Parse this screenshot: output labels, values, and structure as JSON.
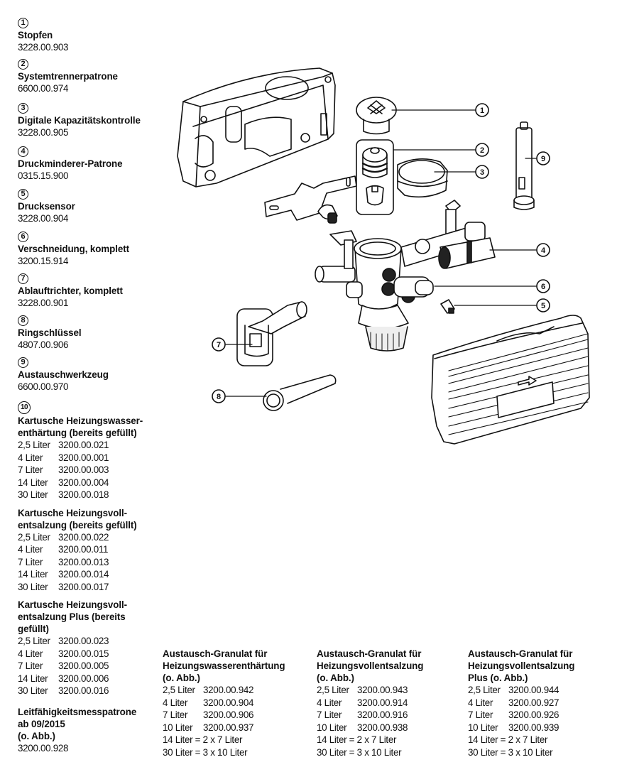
{
  "parts": [
    {
      "num": "1",
      "name": "Stopfen",
      "code": "3228.00.903"
    },
    {
      "num": "2",
      "name": "Systemtrennerpatrone",
      "code": "6600.00.974"
    },
    {
      "num": "3",
      "name": "Digitale Kapazitätskontrolle",
      "code": "3228.00.905"
    },
    {
      "num": "4",
      "name": "Druckminderer-Patrone",
      "code": "0315.15.900"
    },
    {
      "num": "5",
      "name": "Drucksensor",
      "code": "3228.00.904"
    },
    {
      "num": "6",
      "name": "Verschneidung, komplett",
      "code": "3200.15.914"
    },
    {
      "num": "7",
      "name": "Ablauftrichter, komplett",
      "code": "3228.00.901"
    },
    {
      "num": "8",
      "name": "Ringschlüssel",
      "code": "4807.00.906"
    },
    {
      "num": "9",
      "name": "Austauschwerkzeug",
      "code": "6600.00.970"
    }
  ],
  "item10": {
    "num": "10",
    "groups": [
      {
        "title_lines": [
          "Kartusche Heizungswasser-",
          "enthärtung (bereits gefüllt)"
        ],
        "rows": [
          {
            "size": "2,5 Liter",
            "code": "3200.00.021"
          },
          {
            "size": "4 Liter",
            "code": "3200.00.001"
          },
          {
            "size": "7 Liter",
            "code": "3200.00.003"
          },
          {
            "size": "14 Liter",
            "code": "3200.00.004"
          },
          {
            "size": "30 Liter",
            "code": "3200.00.018"
          }
        ]
      },
      {
        "title_lines": [
          "Kartusche Heizungsvoll-",
          "entsalzung (bereits gefüllt)"
        ],
        "rows": [
          {
            "size": "2,5 Liter",
            "code": "3200.00.022"
          },
          {
            "size": "4 Liter",
            "code": "3200.00.011"
          },
          {
            "size": "7 Liter",
            "code": "3200.00.013"
          },
          {
            "size": "14 Liter",
            "code": "3200.00.014"
          },
          {
            "size": "30 Liter",
            "code": "3200.00.017"
          }
        ]
      },
      {
        "title_lines": [
          "Kartusche Heizungsvoll-",
          "entsalzung Plus (bereits",
          "gefüllt)"
        ],
        "rows": [
          {
            "size": "2,5 Liter",
            "code": "3200.00.023"
          },
          {
            "size": "4 Liter",
            "code": "3200.00.015"
          },
          {
            "size": "7 Liter",
            "code": "3200.00.005"
          },
          {
            "size": "14 Liter",
            "code": "3200.00.006"
          },
          {
            "size": "30 Liter",
            "code": "3200.00.016"
          }
        ]
      }
    ]
  },
  "conductivity": {
    "title_lines": [
      "Leitfähigkeitsmesspatrone",
      "ab 09/2015",
      "(o. Abb.)"
    ],
    "code": "3200.00.928"
  },
  "granulate": [
    {
      "title_lines": [
        "Austausch-Granulat für",
        "Heizungswasserenthärtung",
        "(o. Abb.)"
      ],
      "rows": [
        {
          "size": "2,5 Liter",
          "code": "3200.00.942"
        },
        {
          "size": "4 Liter",
          "code": "3200.00.904"
        },
        {
          "size": "7 Liter",
          "code": "3200.00.906"
        },
        {
          "size": "10 Liter",
          "code": "3200.00.937"
        }
      ],
      "notes": [
        "14 Liter = 2 x 7 Liter",
        "30 Liter = 3 x 10 Liter"
      ]
    },
    {
      "title_lines": [
        "Austausch-Granulat für",
        "Heizungsvollentsalzung",
        "(o. Abb.)"
      ],
      "rows": [
        {
          "size": "2,5 Liter",
          "code": "3200.00.943"
        },
        {
          "size": "4 Liter",
          "code": "3200.00.914"
        },
        {
          "size": "7 Liter",
          "code": "3200.00.916"
        },
        {
          "size": "10 Liter",
          "code": "3200.00.938"
        }
      ],
      "notes": [
        "14 Liter = 2 x 7 Liter",
        "30 Liter = 3 x 10 Liter"
      ]
    },
    {
      "title_lines": [
        "Austausch-Granulat für",
        "Heizungsvollentsalzung",
        "Plus (o. Abb.)"
      ],
      "rows": [
        {
          "size": "2,5 Liter",
          "code": "3200.00.944"
        },
        {
          "size": "4 Liter",
          "code": "3200.00.927"
        },
        {
          "size": "7 Liter",
          "code": "3200.00.926"
        },
        {
          "size": "10 Liter",
          "code": "3200.00.939"
        }
      ],
      "notes": [
        "14 Liter = 2 x 7 Liter",
        "30 Liter = 3 x 10 Liter"
      ]
    }
  ],
  "callouts": [
    "1",
    "2",
    "3",
    "4",
    "5",
    "6",
    "7",
    "8",
    "9"
  ]
}
